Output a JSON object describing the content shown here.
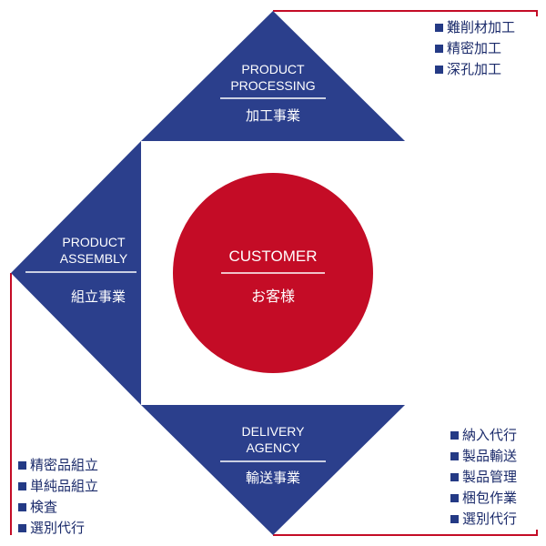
{
  "colors": {
    "navy": "#2b3f8c",
    "red": "#c40c26",
    "white": "#ffffff",
    "list_text": "#1a2a6a"
  },
  "center": {
    "label_en": "CUSTOMER",
    "label_ja": "お客様"
  },
  "processing": {
    "label_en_line1": "PRODUCT",
    "label_en_line2": "PROCESSING",
    "label_ja": "加工事業",
    "items": [
      "難削材加工",
      "精密加工",
      "深孔加工"
    ]
  },
  "assembly": {
    "label_en_line1": "PRODUCT",
    "label_en_line2": "ASSEMBLY",
    "label_ja": "組立事業",
    "items": [
      "精密品組立",
      "単純品組立",
      "検査",
      "選別代行"
    ]
  },
  "delivery": {
    "label_en_line1": "DELIVERY",
    "label_en_line2": "AGENCY",
    "label_ja": "輸送事業",
    "items": [
      "納入代行",
      "製品輸送",
      "製品管理",
      "梱包作業",
      "選別代行"
    ]
  }
}
